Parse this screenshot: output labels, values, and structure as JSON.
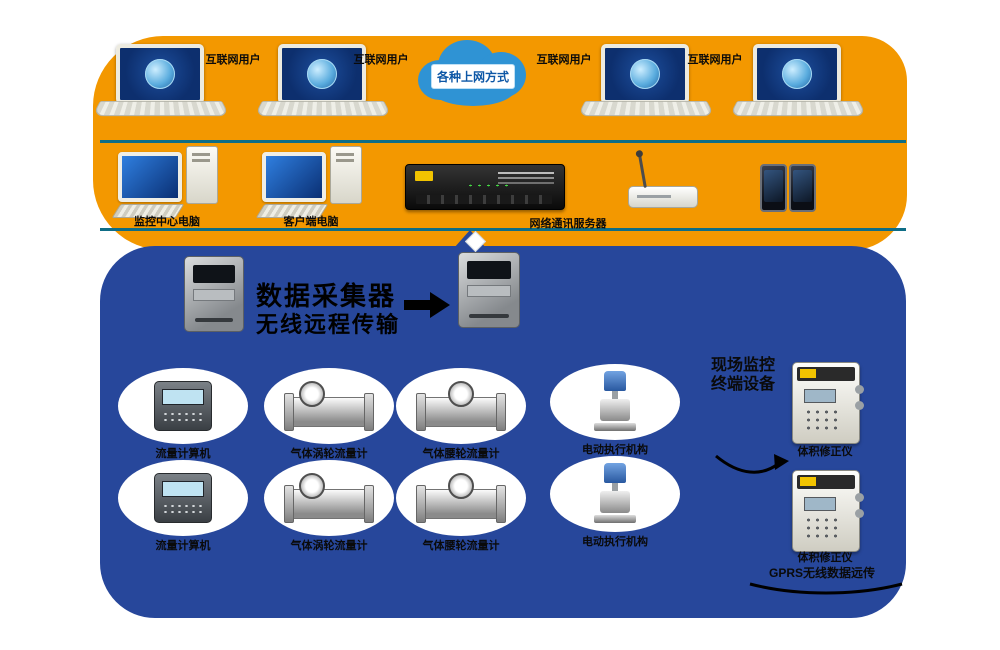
{
  "colors": {
    "orange": "#f39800",
    "blue": "#27479b",
    "teal": "#0e6d86",
    "cloud_blue": "#2f93d4"
  },
  "cloud": {
    "label": "各种上网方式"
  },
  "top_captions": {
    "c1": "互联网用户",
    "c2": "互联网用户",
    "c3": "互联网用户",
    "c4": "互联网用户"
  },
  "middle": {
    "pc1_label": "监控中心电脑",
    "pc2_label": "客户端电脑",
    "server_label": "网络通讯服务器"
  },
  "collect": {
    "line1": "数据采集器",
    "line2": "无线远程传输"
  },
  "row1": {
    "l1": "流量计算机",
    "l2": "气体涡轮流量计",
    "l3": "气体腰轮流量计",
    "l4": "电动执行机构"
  },
  "row2": {
    "l1": "流量计算机",
    "l2": "气体涡轮流量计",
    "l3": "气体腰轮流量计",
    "l4": "电动执行机构"
  },
  "right": {
    "header1": "现场监控",
    "header2": "终端设备",
    "dev1_label": "体积修正仪",
    "dev2_label": "体积修正仪",
    "note": "GPRS无线数据远传"
  }
}
